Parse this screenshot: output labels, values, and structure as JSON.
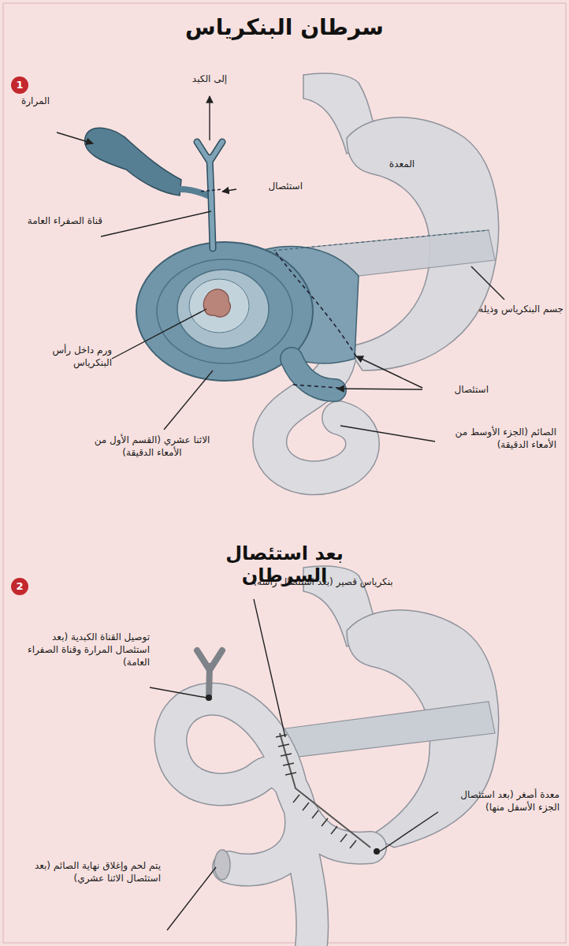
{
  "diagram": {
    "title": "سرطان البنكرياس",
    "labels": [
      "1",
      "المرارة",
      "إلى الكبد",
      "استئصال",
      "المعدة",
      "قناة الصفراء العامة",
      "جسم البنكرياس وذيله",
      "ورم داخل رأس البنكرياس",
      "استئصال",
      "الاثنا عشري (القسم الأول من الأمعاء الدقيقة)",
      "الصائم (الجزء الأوسط من الأمعاء الدقيقة)",
      "بعد استئصال السرطان",
      "2",
      "بنكرياس قصير (بعد استئصال رأسه)",
      "توصيل القناة الكبدية (بعد استئصال المرارة وقناة الصفراء العامة)",
      "معدة أصغر (بعد استئصال الجزء الأسفل منها)",
      "يتم لحم وإغلاق نهاية الصائم (بعد استئصال الاثنا عشري)"
    ]
  }
}
